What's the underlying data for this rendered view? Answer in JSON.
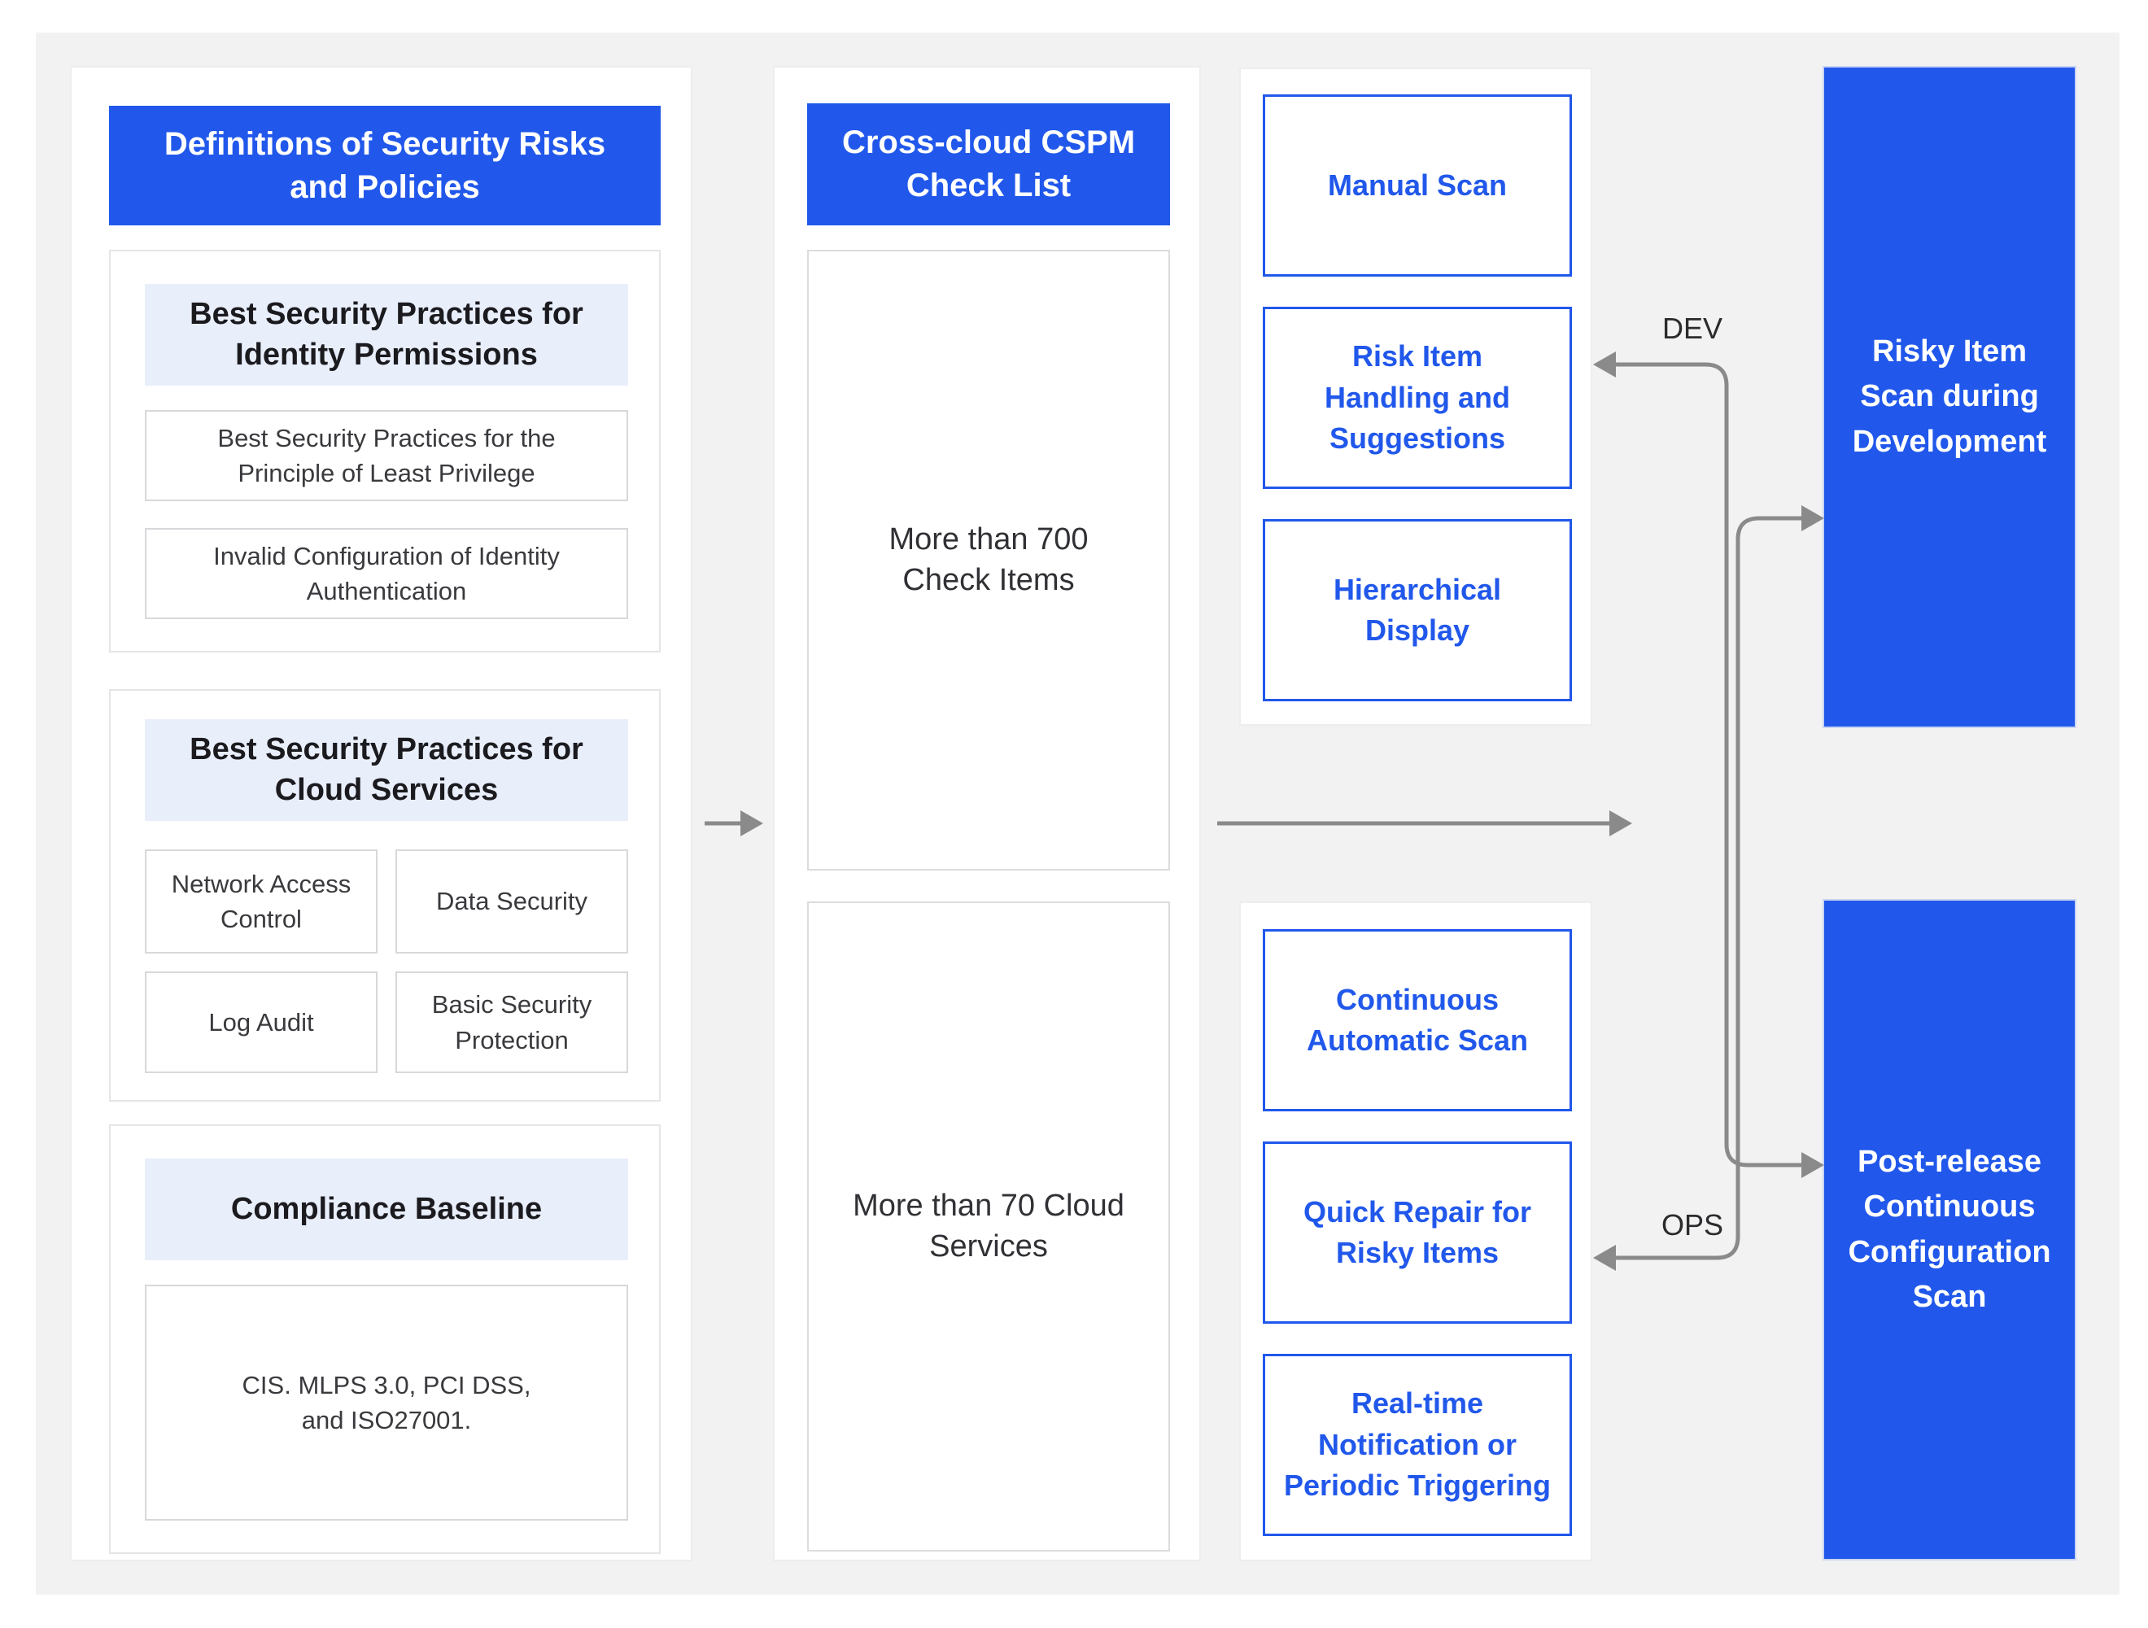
{
  "colors": {
    "accent_blue": "#2158EB",
    "light_blue_bg": "#E9EEFB",
    "arrow_gray": "#8A8A8A",
    "panel_gray": "#F2F2F3"
  },
  "policy_panel": {
    "title": "Definitions of Security Risks\nand Policies",
    "sections": [
      {
        "heading": "Best Security Practices for\nIdentity Permissions",
        "items": [
          "Best Security Practices for the\nPrinciple of Least Privilege",
          "Invalid Configuration of Identity\nAuthentication"
        ]
      },
      {
        "heading": "Best Security Practices for\nCloud Services",
        "items": [
          "Network Access\nControl",
          "Data Security",
          "Log Audit",
          "Basic Security\nProtection"
        ]
      },
      {
        "heading": "Compliance Baseline",
        "items": [
          "CIS. MLPS 3.0, PCI DSS,\nand ISO27001."
        ]
      }
    ]
  },
  "checklist_panel": {
    "title": "Cross-cloud CSPM\nCheck List",
    "items": [
      "More than 700\nCheck Items",
      "More than 70 Cloud\nServices"
    ]
  },
  "scan_capabilities": {
    "development": [
      "Manual Scan",
      "Risk Item\nHandling and\nSuggestions",
      "Hierarchical\nDisplay"
    ],
    "operations": [
      "Continuous\nAutomatic Scan",
      "Quick Repair for\nRisky Items",
      "Real-time\nNotification or\nPeriodic Triggering"
    ]
  },
  "scan_stages": {
    "development": "Risky Item\nScan during\nDevelopment",
    "post_release": "Post-release\nContinuous\nConfiguration\nScan"
  },
  "flow_labels": {
    "dev": "DEV",
    "ops": "OPS"
  }
}
